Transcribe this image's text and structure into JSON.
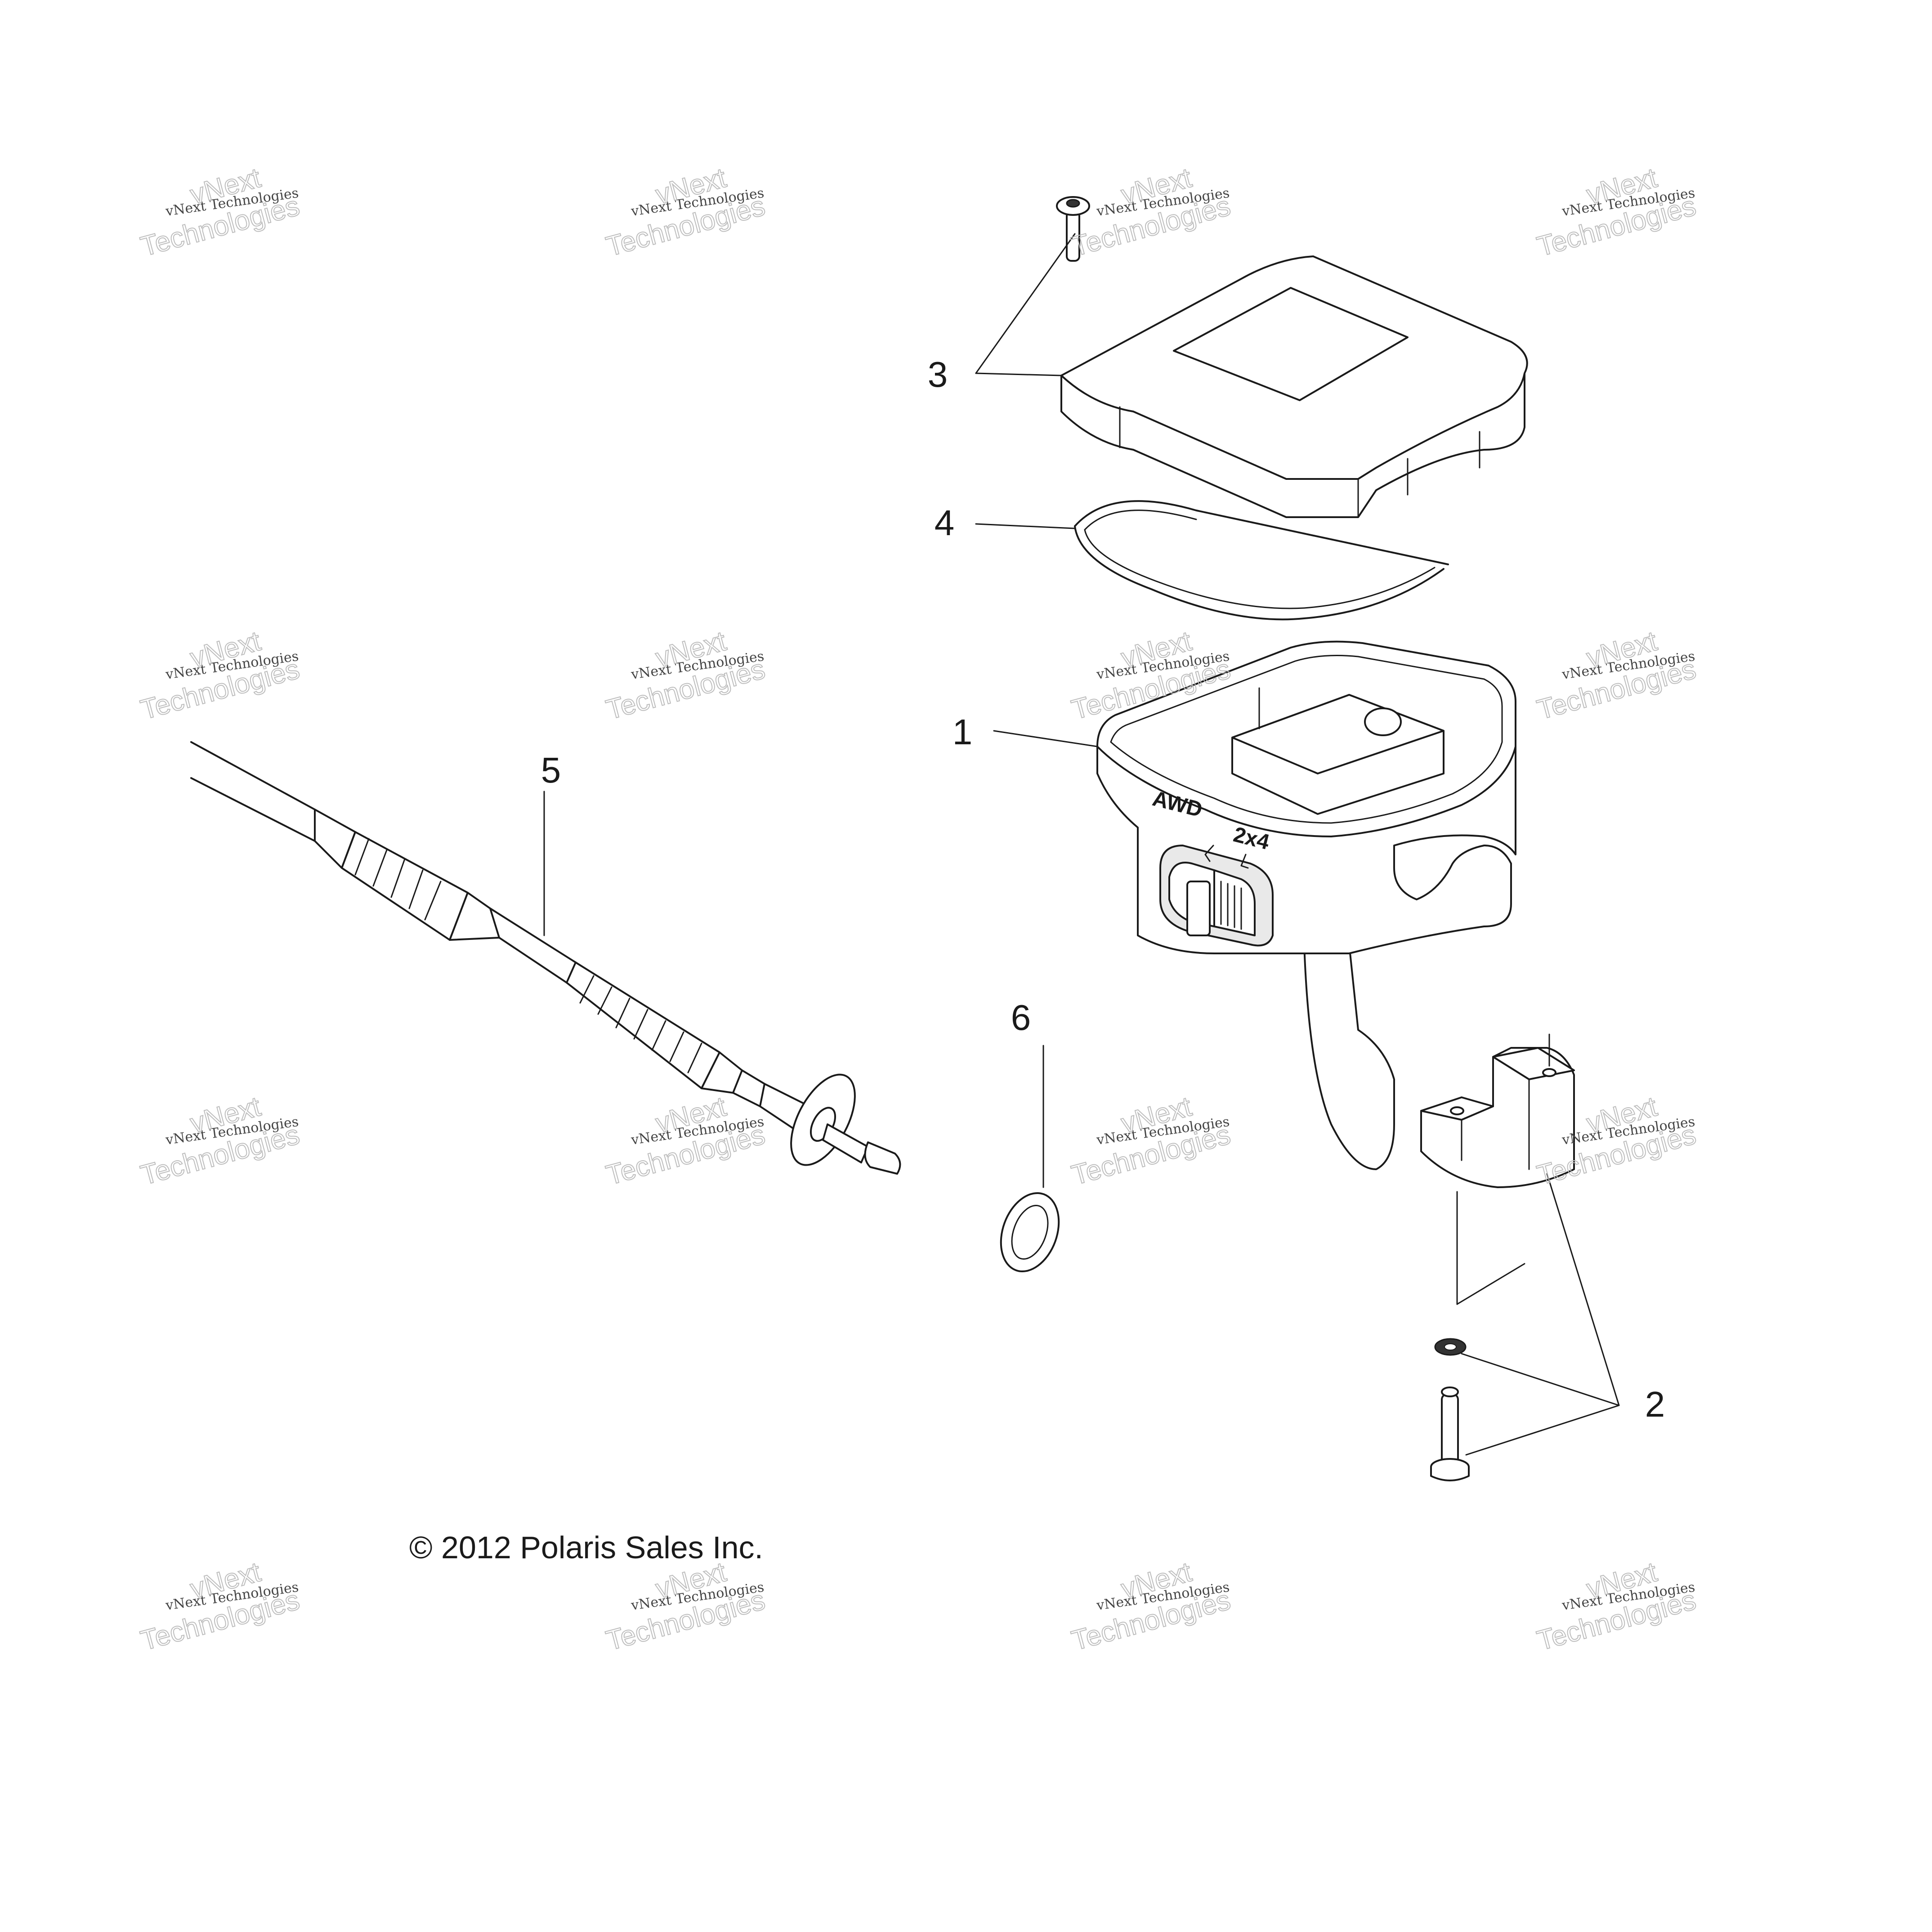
{
  "copyright": "© 2012 Polaris Sales Inc.",
  "switch_labels": {
    "awd": "AWD",
    "two_by_four": "2x4"
  },
  "callouts": [
    {
      "id": "1",
      "label": "1"
    },
    {
      "id": "2",
      "label": "2"
    },
    {
      "id": "3",
      "label": "3"
    },
    {
      "id": "4",
      "label": "4"
    },
    {
      "id": "5",
      "label": "5"
    },
    {
      "id": "6",
      "label": "6"
    }
  ],
  "watermark": {
    "small": "vNext Technologies",
    "big_line1": "vNext",
    "big_line2": "Technologies"
  }
}
